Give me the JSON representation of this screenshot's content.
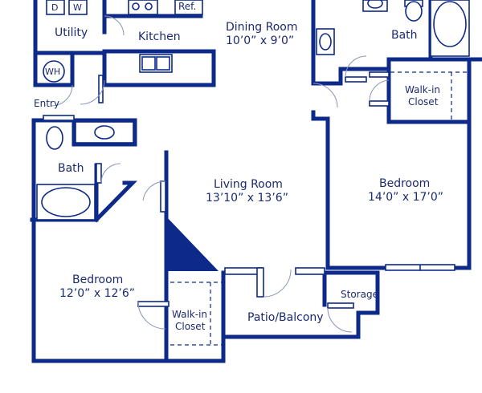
{
  "floor_plan": {
    "colors": {
      "wall": "#0d2a8a",
      "label": "#1c2a70",
      "background": "#ffffff"
    },
    "rooms": {
      "dining": {
        "name": "Dining Room",
        "size": "10’0” x 9’0”"
      },
      "kitchen": {
        "name": "Kitchen"
      },
      "utility": {
        "name": "Utility"
      },
      "entry": {
        "name": "Entry"
      },
      "bath_top": {
        "name": "Bath"
      },
      "walkin_top": {
        "name_line1": "Walk-in",
        "name_line2": "Closet"
      },
      "bath_left": {
        "name": "Bath"
      },
      "living": {
        "name": "Living Room",
        "size": "13’10” x 13’6”"
      },
      "bedroom_right": {
        "name": "Bedroom",
        "size": "14’0” x 17’0”"
      },
      "bedroom_left": {
        "name": "Bedroom",
        "size": "12’0” x 12’6”"
      },
      "walkin_bottom": {
        "name_line1": "Walk-in",
        "name_line2": "Closet"
      },
      "patio": {
        "name": "Patio/Balcony"
      },
      "storage": {
        "name": "Storage"
      }
    },
    "appliances": {
      "dryer": "D",
      "washer": "W",
      "water_heater": "WH",
      "refrigerator": "Ref."
    }
  }
}
